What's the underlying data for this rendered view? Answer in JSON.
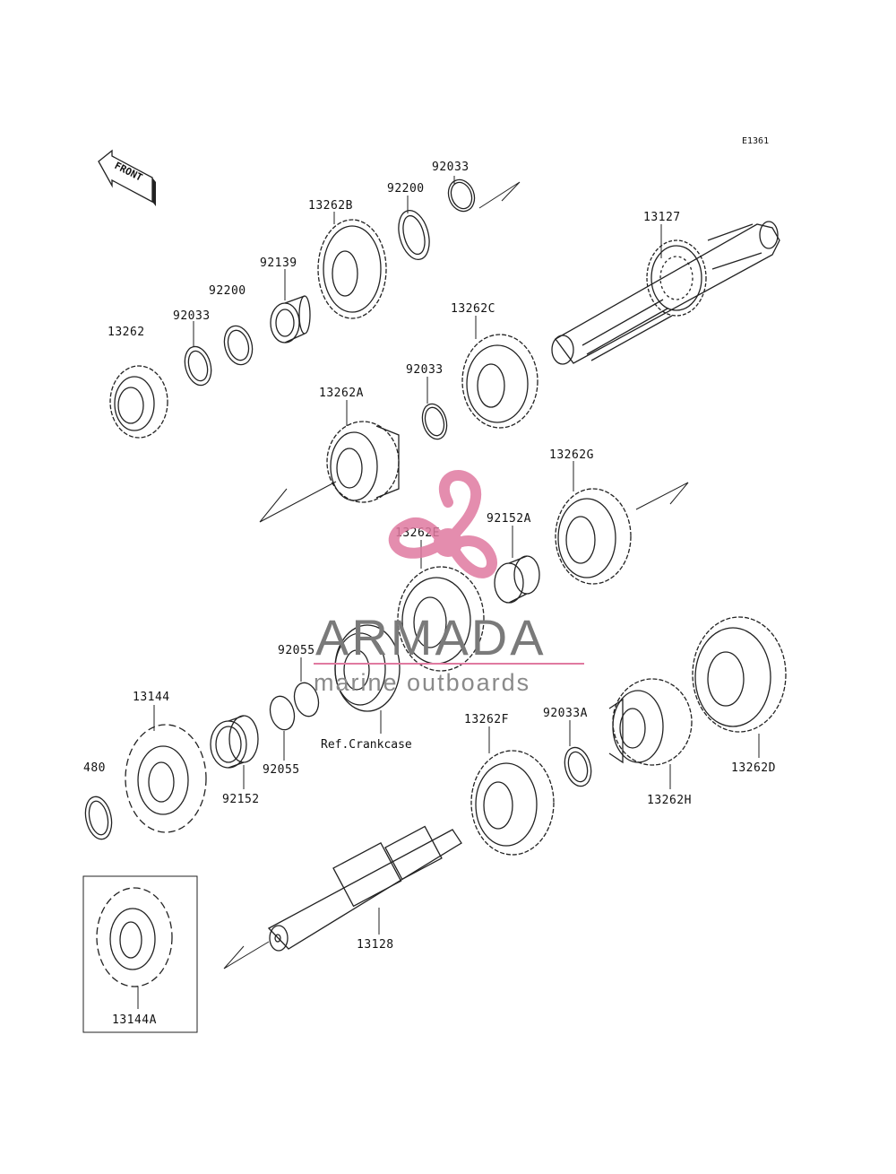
{
  "diagram_code": "E1361",
  "front_label": "FRONT",
  "reference_label": "Ref.Crankcase",
  "watermark": {
    "brand": "ARMADA",
    "tagline": "marine outboards",
    "logo_color": "#e07aa0",
    "text_color": "#7a7a7a"
  },
  "part_labels": {
    "p13262": "13262",
    "p92033_left": "92033",
    "p92200_left": "92200",
    "p92139": "92139",
    "p13262B": "13262B",
    "p92200_top": "92200",
    "p92033_top": "92033",
    "p13127": "13127",
    "p13262C": "13262C",
    "p92033_mid": "92033",
    "p13262A": "13262A",
    "p13262G": "13262G",
    "p92152A": "92152A",
    "p13262E": "13262E",
    "p92055_top": "92055",
    "p92055_bottom": "92055",
    "p13144": "13144",
    "p480": "480",
    "p92152": "92152",
    "p13262F": "13262F",
    "p92033A": "92033A",
    "p13262H": "13262H",
    "p13262D": "13262D",
    "p13128": "13128",
    "p13144A": "13144A"
  }
}
